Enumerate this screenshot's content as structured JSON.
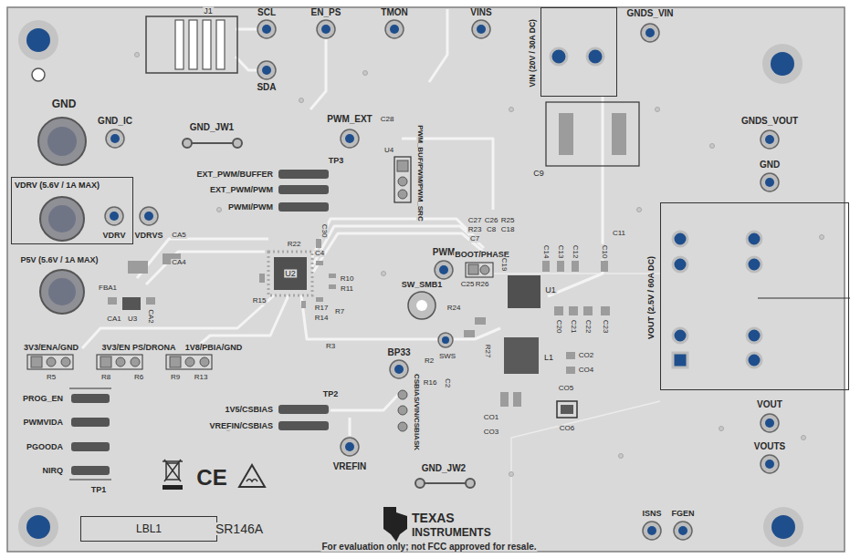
{
  "diagram": {
    "nodes": [
      {
        "text": [
          "VDRV (5.6V / 1A MAX)"
        ]
      },
      {
        "text": [
          "VIN (20V / 30A DC)"
        ]
      },
      {
        "text": [
          "VOUT (2.5V / 60A DC)"
        ]
      },
      {
        "text": [
          "LBL1"
        ]
      }
    ],
    "labels": [
      "J1",
      "SCL",
      "SDA",
      "EN_PS",
      "TMON",
      "VINS",
      "GNDS_VIN",
      "GND",
      "GND_IC",
      "GND_JW1",
      "PWM_EXT",
      "C28",
      "U4",
      "PWM_BUF/PWM/PWM_SRC",
      "TP3",
      "EXT_PWM/BUFFER",
      "EXT_PWM/PWM",
      "PWMI/PWM",
      "PWM",
      "BOOT/PHASE",
      "C9",
      "GNDS_VOUT",
      "GND",
      "VDRV",
      "VDRVS",
      "CA5",
      "CA4",
      "P5V (5.6V / 1A MAX)",
      "FBA1",
      "CA1",
      "U3",
      "CA2",
      "R22",
      "C30",
      "C4",
      "U2",
      "R15",
      "R10",
      "R11",
      "R17",
      "R14",
      "R7",
      "R3",
      "C27",
      "C26",
      "R25",
      "R23",
      "C8",
      "C18",
      "C7",
      "C19",
      "C25",
      "R26",
      "C14",
      "C13",
      "C12",
      "C10",
      "C11",
      "SW_SMB1",
      "R24",
      "U1",
      "C20",
      "C21",
      "C22",
      "C23",
      "L1",
      "R27",
      "CO2",
      "CO4",
      "CO5",
      "CO1",
      "CO3",
      "CO6",
      "BP33",
      "R2",
      "SWS",
      "R16",
      "C2",
      "CSBIAS/VIN/CSBIASK",
      "TP2",
      "1V5/CSBIAS",
      "VREFIN/CSBIAS",
      "VREFIN",
      "GND_JW2",
      "3V3/ENA/GND",
      "3V3/EN PS/DRONA",
      "1V8/PBIA/GND",
      "R5",
      "R8",
      "R6",
      "R9",
      "R13",
      "PROG_EN",
      "PWMVIDA",
      "PGOODA",
      "NIRQ",
      "TP1",
      "CE",
      "SR146A",
      "TEXAS",
      "INSTRUMENTS",
      "For evaluation only; not FCC approved for resale.",
      "VOUT",
      "VOUTS",
      "ISNS",
      "FGEN"
    ]
  }
}
